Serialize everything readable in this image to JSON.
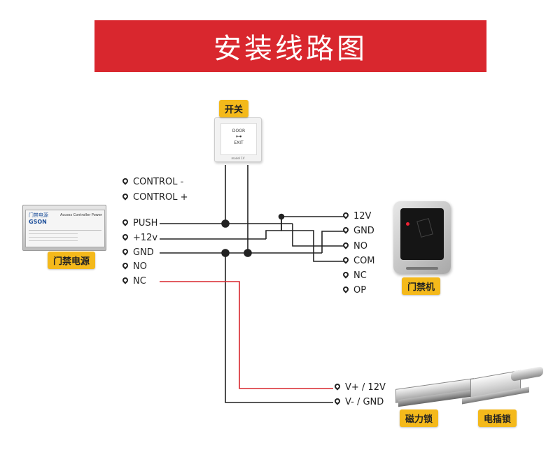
{
  "title": "安装线路图",
  "switch": {
    "tag": "开关",
    "text_top": "DOOR",
    "text_bottom": "EXIT",
    "text_small": "model 1V"
  },
  "power_supply": {
    "tag": "门禁电源",
    "brand_cn": "门禁电源",
    "brand_logo": "GSON",
    "panel_title": "Access Controller Power",
    "terminals": [
      "CONTROL -",
      "CONTROL +",
      "PUSH",
      "+12v",
      "GND",
      "NO",
      "NC"
    ]
  },
  "access_machine": {
    "tag": "门禁机",
    "terminals": [
      "12V",
      "GND",
      "NO",
      "COM",
      "NC",
      "OP"
    ]
  },
  "locks": {
    "terminals": [
      "V+ / 12V",
      "V- / GND"
    ],
    "magnetic_tag": "磁力锁",
    "electric_tag": "电插锁"
  },
  "colors": {
    "title_bg": "#d9272e",
    "tag_bg": "#f4b91b",
    "wire_black": "#222222",
    "wire_red": "#d9272e"
  },
  "icons": [
    "location-pin-icon",
    "key-icon"
  ]
}
